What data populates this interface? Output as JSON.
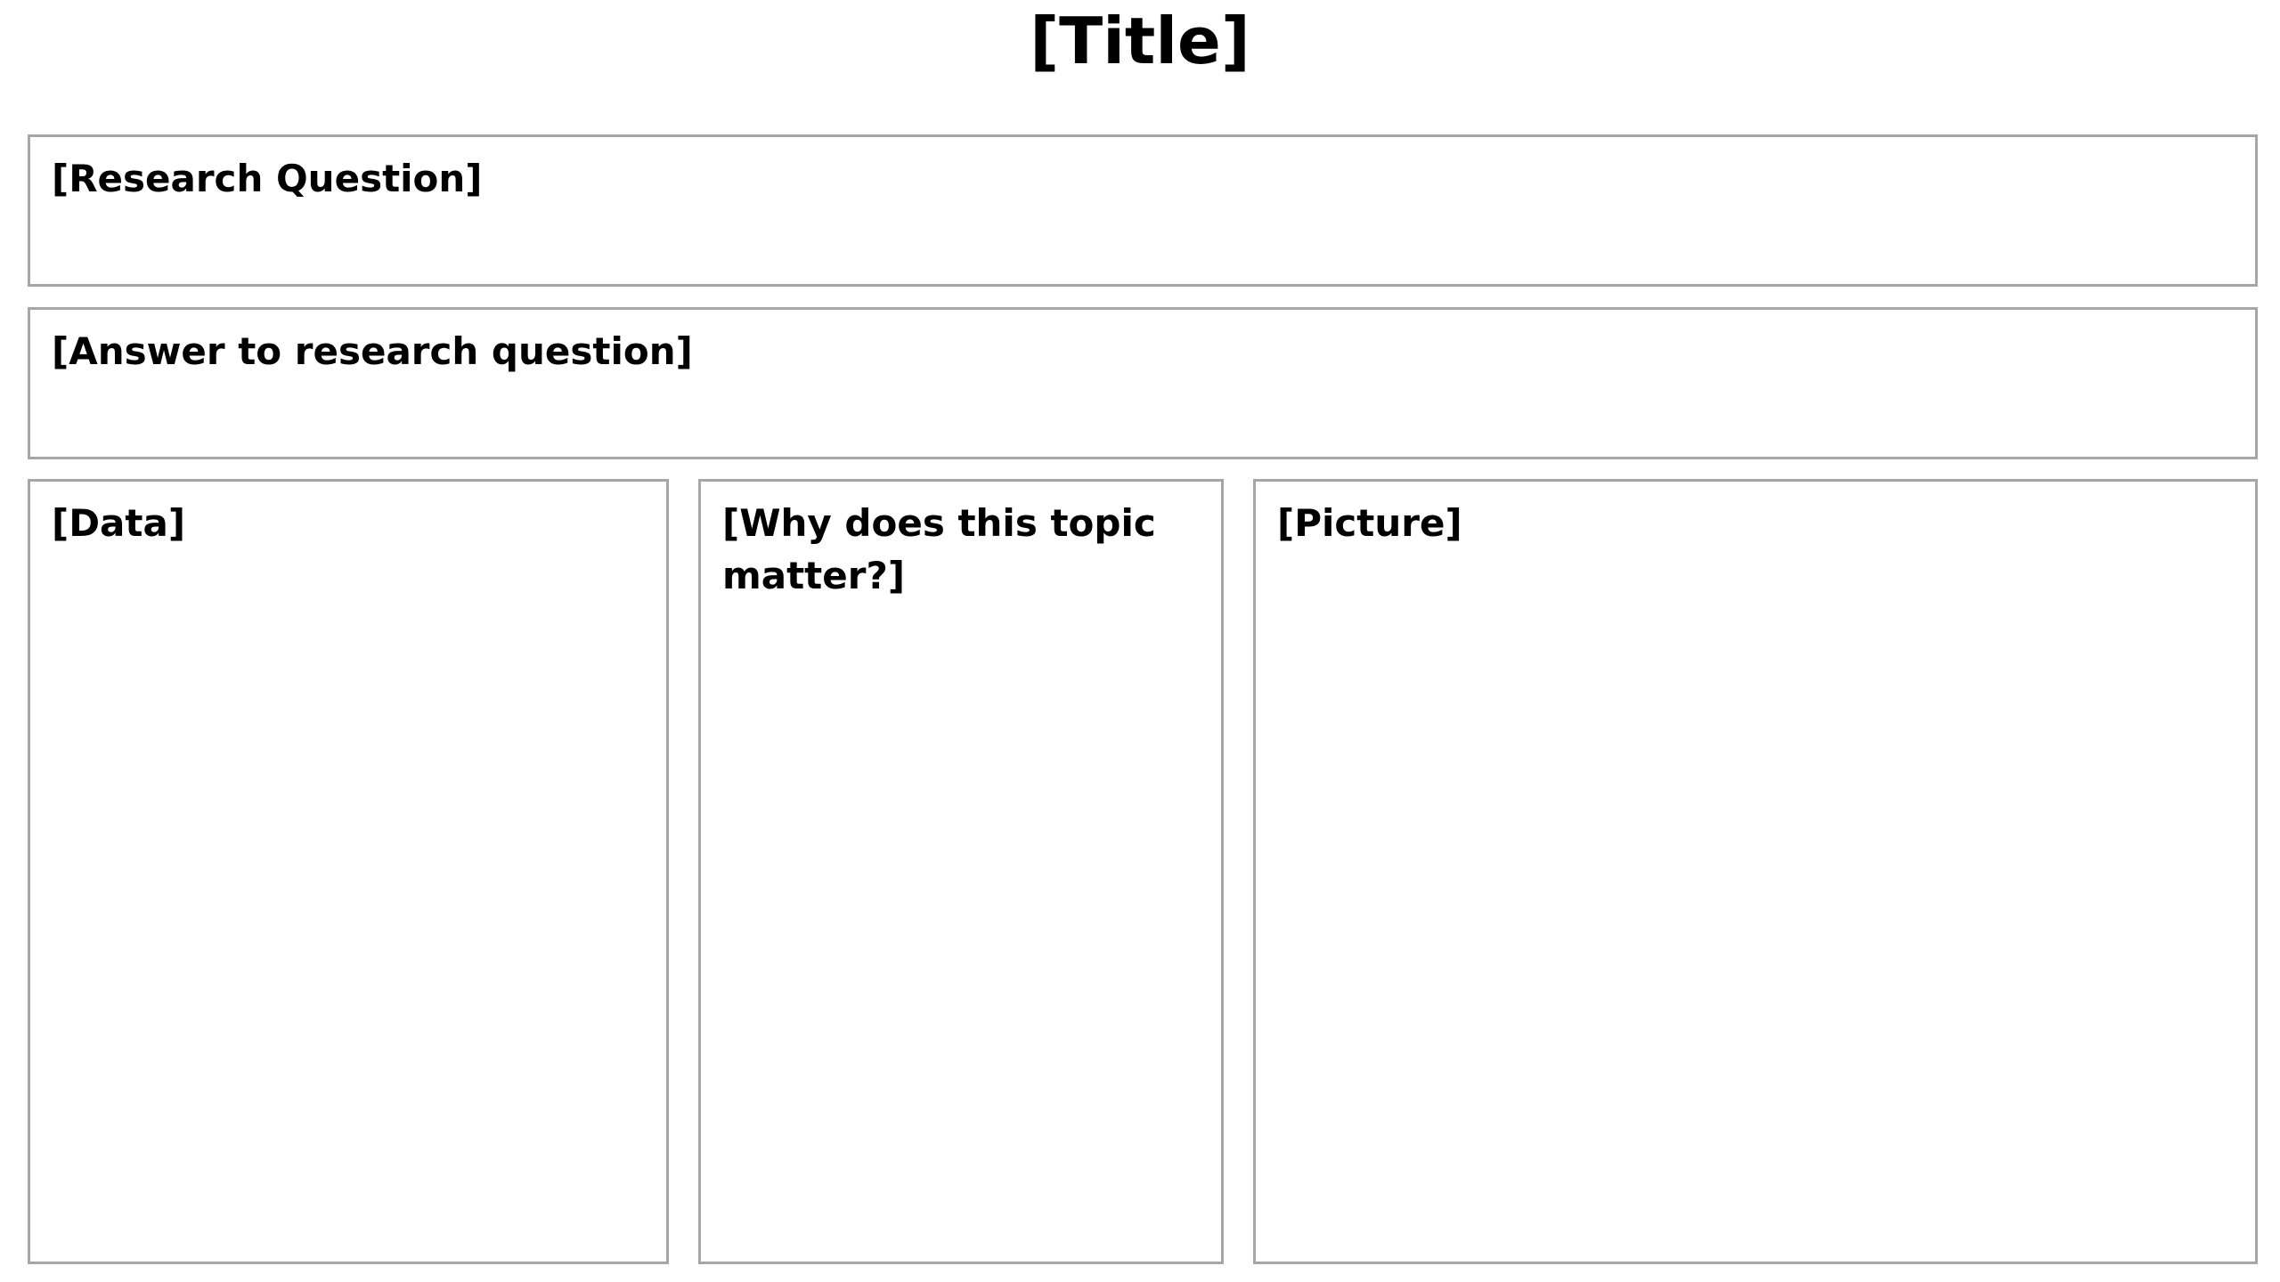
{
  "title": "[Title]",
  "research_question": {
    "label": "[Research Question]"
  },
  "answer": {
    "label": "[Answer to research question]"
  },
  "data_panel": {
    "label": "[Data]"
  },
  "why_panel": {
    "label": "[Why does this topic matter?]"
  },
  "picture_panel": {
    "label": "[Picture]"
  }
}
